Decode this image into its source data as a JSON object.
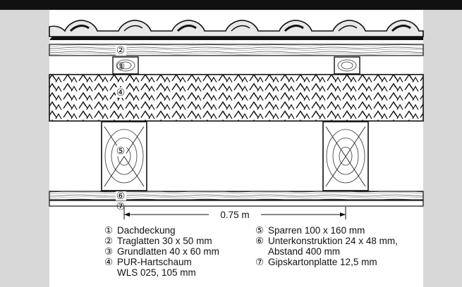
{
  "colors": {
    "frame": "#d8d8d8",
    "top_bar": "#111111",
    "line": "#111111",
    "background": "#ffffff"
  },
  "markers": [
    "②",
    "③",
    "④",
    "⑤",
    "⑥",
    "⑦"
  ],
  "dimension": {
    "label": "0.75 m"
  },
  "legend": {
    "left": [
      {
        "symbol": "①",
        "text": "Dachdeckung"
      },
      {
        "symbol": "②",
        "text": "Traglatten 30 x 50 mm"
      },
      {
        "symbol": "③",
        "text": "Grundlatten 40 x 60 mm"
      },
      {
        "symbol": "④",
        "text": "PUR-Hartschaum",
        "continuation": "WLS 025, 105 mm"
      }
    ],
    "right": [
      {
        "symbol": "⑤",
        "text": "Sparren 100 x 160 mm"
      },
      {
        "symbol": "⑥",
        "text": "Unterkonstruktion 24 x 48 mm,",
        "continuation": "Abstand 400 mm"
      },
      {
        "symbol": "⑦",
        "text": "Gipskartonplatte 12,5 mm"
      }
    ]
  }
}
